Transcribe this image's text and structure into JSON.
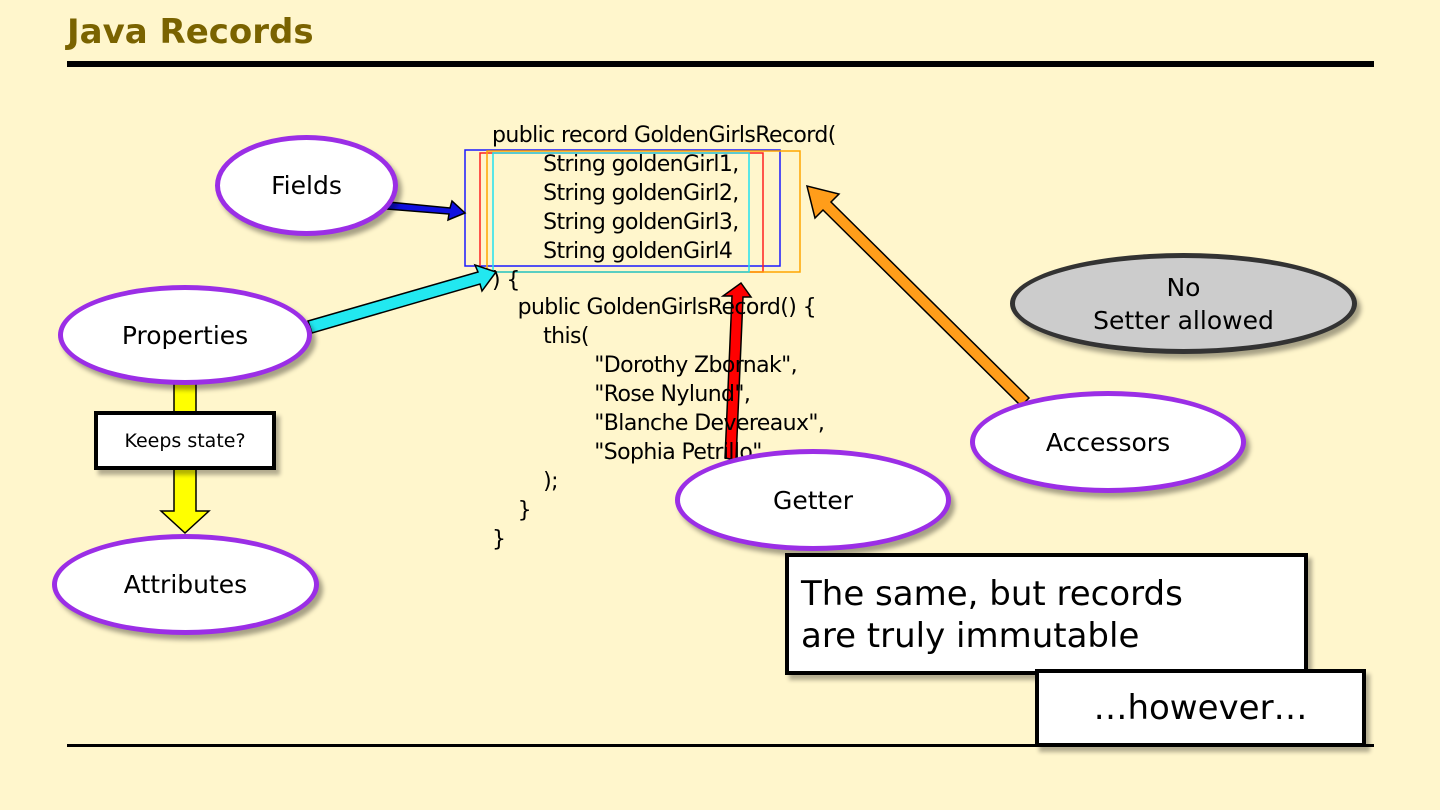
{
  "slide": {
    "title": "Java Records",
    "code_upper": "public record GoldenGirlsRecord(\n        String goldenGirl1,\n        String goldenGirl2,\n        String goldenGirl3,\n        String goldenGirl4\n) {",
    "code_lower": "    public GoldenGirlsRecord() {\n        this(\n                \"Dorothy Zbornak\",\n                \"Rose Nylund\",\n                \"Blanche Devereaux\",\n                \"Sophia Petrillo\"\n        );\n    }\n}",
    "callouts": {
      "fields": "Fields",
      "properties": "Properties",
      "attributes": "Attributes",
      "keeps_state": "Keeps state?",
      "getter": "Getter",
      "accessors": "Accessors",
      "no_setter": "No\nSetter allowed"
    },
    "note": "The same, but records\nare truly immutable",
    "however": "…however…"
  },
  "colors": {
    "title": "#7a6300",
    "ellipse_border": "#9b2ee6",
    "fields_arrow": "#1010e0",
    "properties_arrow": "#22e8f0",
    "keeps_state_arrow": "#ffff00",
    "getter_arrow": "#ff0000",
    "accessors_arrow": "#ff9d1a"
  }
}
